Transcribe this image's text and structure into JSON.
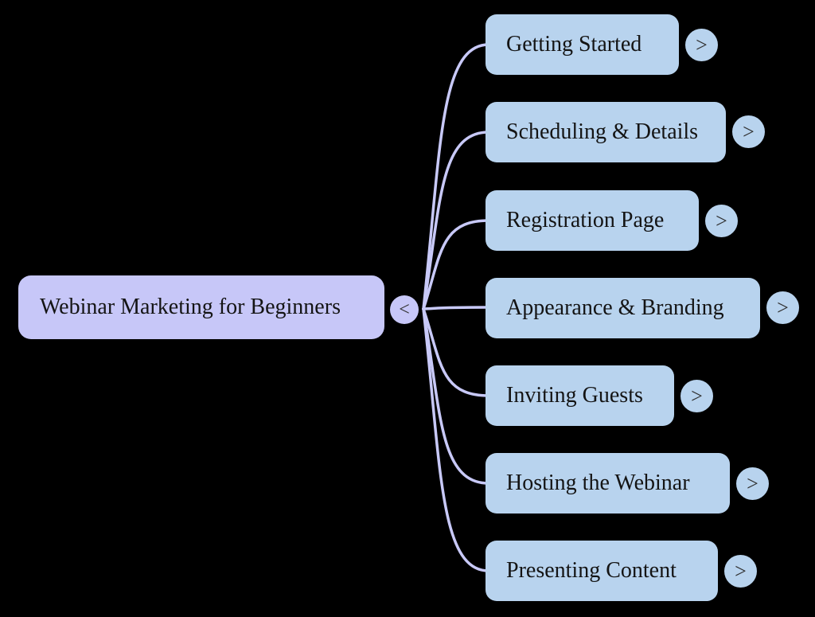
{
  "diagram": {
    "type": "mindmap",
    "background": "#000000",
    "colors": {
      "bg": "#000000",
      "root-fill": "#c7c7f8",
      "child-fill": "#b8d3ee",
      "edge": "#c8c9f8",
      "text": "#141414",
      "glyph": "#2f2f2f"
    },
    "root": {
      "label": "Webinar Marketing for Beginners",
      "collapse_glyph": "<"
    },
    "expand_glyph": ">",
    "children": [
      {
        "label": "Getting Started"
      },
      {
        "label": "Scheduling & Details"
      },
      {
        "label": "Registration Page"
      },
      {
        "label": "Appearance & Branding"
      },
      {
        "label": "Inviting Guests"
      },
      {
        "label": "Hosting the Webinar"
      },
      {
        "label": "Presenting Content"
      }
    ]
  }
}
